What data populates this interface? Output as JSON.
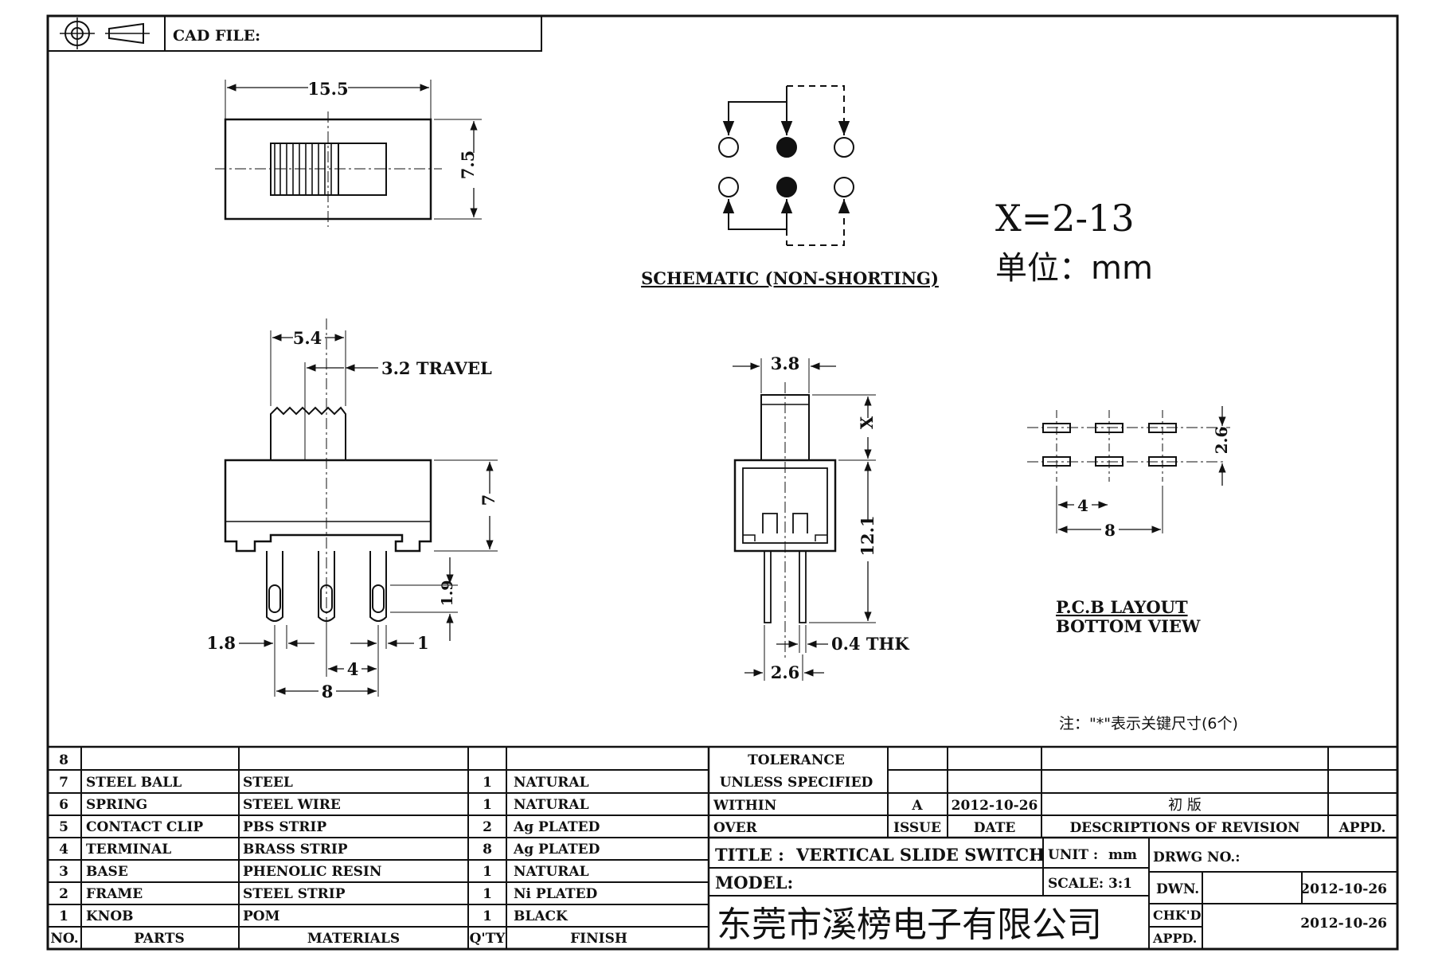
{
  "header": {
    "cad_label": "CAD FILE:"
  },
  "top_view": {
    "width": "15.5",
    "height": "7.5"
  },
  "schematic": {
    "label": "SCHEMATIC (NON-SHORTING)"
  },
  "notes": {
    "x_range": "X=2-13",
    "unit_label": "单位：mm",
    "key_dims_note": "注：\"*\"表示关键尺寸(6个)"
  },
  "side_view": {
    "d_5_4": "5.4",
    "travel": "3.2 TRAVEL",
    "d_7": "7",
    "d_1_9": "1.9",
    "d_1_8": "1.8",
    "d_1": "1",
    "d_4": "4",
    "d_8": "8"
  },
  "front_view": {
    "d_3_8": "3.8",
    "d_x": "X",
    "d_12_1": "12.1",
    "d_thk": "0.4 THK",
    "d_2_6": "2.6"
  },
  "pcb": {
    "d_2_6": "2.6",
    "d_4": "4",
    "d_8": "8",
    "label_line1": "P.C.B LAYOUT",
    "label_line2": "BOTTOM VIEW"
  },
  "bom": {
    "rows": [
      {
        "no": "8",
        "part": "",
        "material": "",
        "qty": "",
        "finish": ""
      },
      {
        "no": "7",
        "part": "STEEL BALL",
        "material": "STEEL",
        "qty": "1",
        "finish": "NATURAL"
      },
      {
        "no": "6",
        "part": "SPRING",
        "material": "STEEL WIRE",
        "qty": "1",
        "finish": "NATURAL"
      },
      {
        "no": "5",
        "part": "CONTACT CLIP",
        "material": "PBS STRIP",
        "qty": "2",
        "finish": "Ag PLATED"
      },
      {
        "no": "4",
        "part": "TERMINAL",
        "material": "BRASS STRIP",
        "qty": "8",
        "finish": "Ag PLATED"
      },
      {
        "no": "3",
        "part": "BASE",
        "material": "PHENOLIC RESIN",
        "qty": "1",
        "finish": "NATURAL"
      },
      {
        "no": "2",
        "part": "FRAME",
        "material": "STEEL STRIP",
        "qty": "1",
        "finish": "Ni PLATED"
      },
      {
        "no": "1",
        "part": "KNOB",
        "material": "POM",
        "qty": "1",
        "finish": "BLACK"
      }
    ],
    "headers": {
      "no": "NO.",
      "parts": "PARTS",
      "materials": "MATERIALS",
      "qty": "Q'TY",
      "finish": "FINISH"
    }
  },
  "tolerance": {
    "line1": "TOLERANCE",
    "line2": "UNLESS  SPECIFIED",
    "within": "WITHIN",
    "over": "OVER"
  },
  "revision": {
    "issue_value": "A",
    "date_value": "2012-10-26",
    "description_value": "初  版",
    "issue_label": "ISSUE",
    "date_label": "DATE",
    "desc_label": "DESCRIPTIONS OF REVISION",
    "appd_label": "APPD."
  },
  "title_block": {
    "title_label": "TITLE :",
    "title_value": "VERTICAL SLIDE SWITCH",
    "unit_label": "UNIT :",
    "unit_value": "mm",
    "drwg_label": "DRWG NO.:",
    "model_label": "MODEL:",
    "scale_label": "SCALE:",
    "scale_value": "3:1",
    "dwn_label": "DWN.",
    "dwn_date": "2012-10-26",
    "chkd_label": "CHK'D",
    "appd_label": "APPD.",
    "chkd_date": "2012-10-26",
    "company": "东莞市溪榜电子有限公司"
  }
}
